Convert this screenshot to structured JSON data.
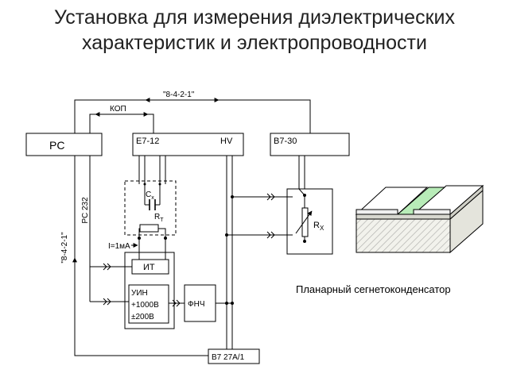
{
  "title": {
    "line1": "Установка для измерения диэлектрических",
    "line2": "характеристик и электропроводности"
  },
  "blocks": {
    "pc": "PC",
    "e7": "E7-12",
    "hv": "HV",
    "v730": "B7-30",
    "it": "ИТ",
    "uin1": "УИН",
    "uin2": "+1000B",
    "uin3": "±200B",
    "fnch": "ФНЧ",
    "v727": "B7 27A/1"
  },
  "buses": {
    "top": "\"8-4-2-1\"",
    "kop": "КОП",
    "rs232": "PC 232",
    "left": "\"8-4-2-1\""
  },
  "components": {
    "cx": "C",
    "cx_sub": "x",
    "rt": "R",
    "rt_sub": "T",
    "rx": "R",
    "rx_sub": "X",
    "current": "I=1мА"
  },
  "caption": "Планарный сегнетоконденсатор",
  "colors": {
    "line": "#000000",
    "capacitor_green": "#b8ecb8",
    "substrate": "#f2f2ec"
  }
}
